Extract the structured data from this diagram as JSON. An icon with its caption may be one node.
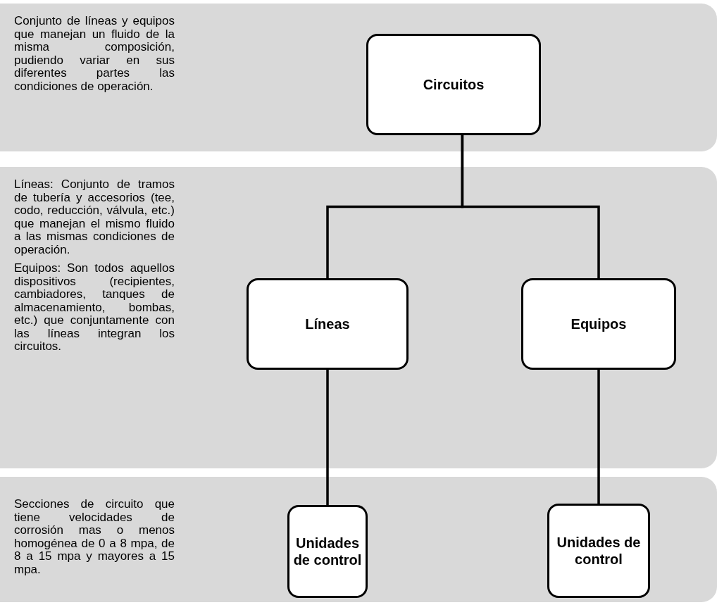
{
  "diagram": {
    "nodes": [
      {
        "text": [
          "Conjunto de líneas y equipos que manejan un fluido de la misma composición, pudiendo variar en sus diferentes partes las condiciones de operación."
        ]
      },
      {
        "text": [
          "Circuitos"
        ],
        "in": 0
      },
      {
        "text": [
          "Líneas: Conjunto de tramos de tubería y accesorios (tee, codo, reducción, válvula, etc.) que manejan el mismo fluido a las mismas condiciones de operación.",
          "Equipos: Son todos aquellos dispositivos (recipientes, cambiadores, tanques de almacenamiento, bombas, etc.) que conjuntamente con las líneas integran los circuitos."
        ]
      },
      {
        "text": [
          "Líneas"
        ],
        "in": 2
      },
      {
        "text": [
          "Equipos"
        ],
        "in": 2
      },
      {
        "text": [
          "Secciones de circuito que tiene velocidades de corrosión mas o menos homogénea de 0 a 8 mpa, de 8 a 15 mpa y mayores a 15 mpa."
        ]
      },
      {
        "text": [
          "Unidades de control"
        ],
        "in": 5
      },
      {
        "text": [
          "Unidades de control"
        ],
        "in": 5
      }
    ],
    "edges": [
      {
        "from": 1,
        "to": 3,
        "arrow": "none"
      },
      {
        "from": 1,
        "to": 4,
        "arrow": "none"
      },
      {
        "from": 3,
        "to": 6,
        "arrow": "none"
      },
      {
        "from": 4,
        "to": 7,
        "arrow": "none"
      }
    ]
  }
}
